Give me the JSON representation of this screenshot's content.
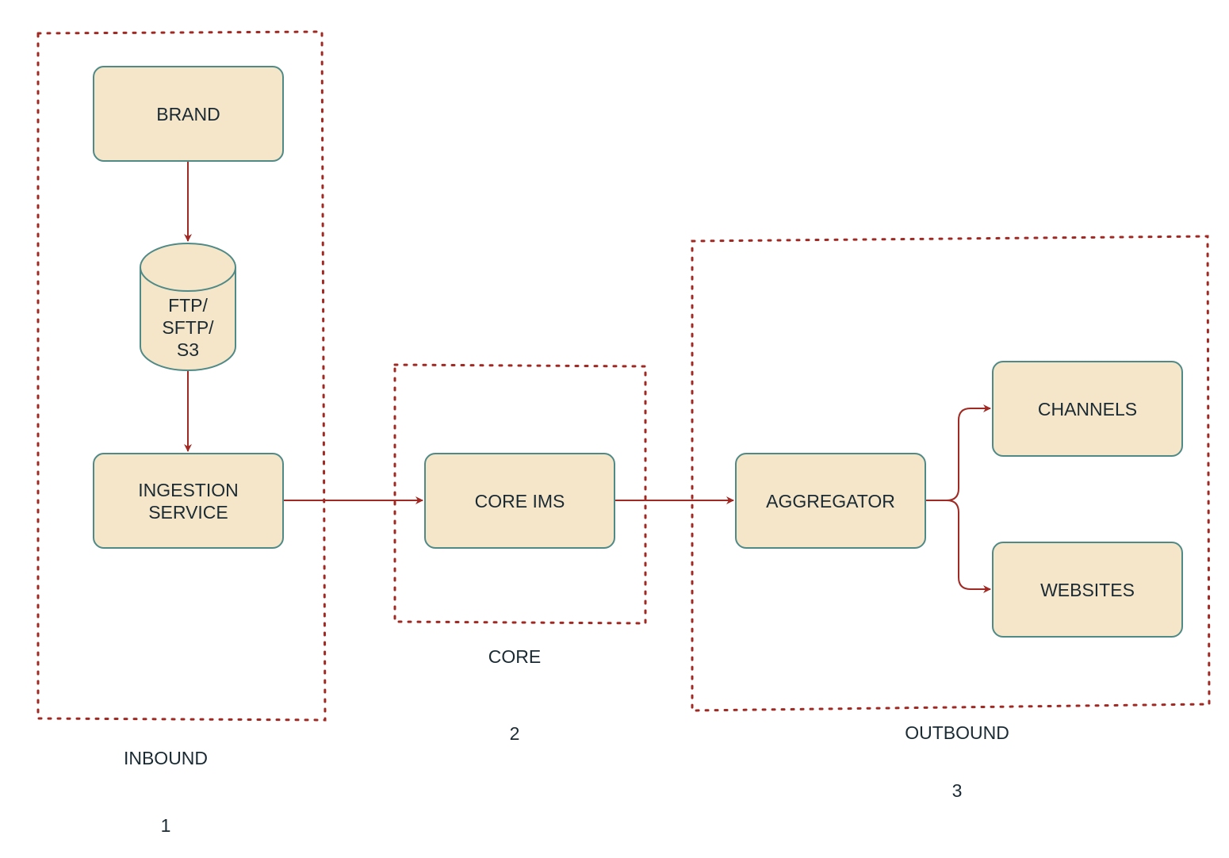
{
  "colors": {
    "node_fill": "#f5e6c9",
    "node_border": "#4f8a87",
    "edge": "#a02a23",
    "group_border": "#a02a23"
  },
  "nodes": {
    "brand": "BRAND",
    "storage": "FTP/\nSFTP/\nS3",
    "ingestion": "INGESTION\nSERVICE",
    "core_ims": "CORE IMS",
    "aggregator": "AGGREGATOR",
    "channels": "CHANNELS",
    "websites": "WEBSITES"
  },
  "groups": {
    "inbound": {
      "label": "INBOUND",
      "number": "1"
    },
    "core": {
      "label": "CORE",
      "number": "2"
    },
    "outbound": {
      "label": "OUTBOUND",
      "number": "3"
    }
  },
  "edges": [
    {
      "from": "BRAND",
      "to": "FTP/SFTP/S3"
    },
    {
      "from": "FTP/SFTP/S3",
      "to": "INGESTION SERVICE"
    },
    {
      "from": "INGESTION SERVICE",
      "to": "CORE IMS"
    },
    {
      "from": "CORE IMS",
      "to": "AGGREGATOR"
    },
    {
      "from": "AGGREGATOR",
      "to": "CHANNELS"
    },
    {
      "from": "AGGREGATOR",
      "to": "WEBSITES"
    }
  ]
}
